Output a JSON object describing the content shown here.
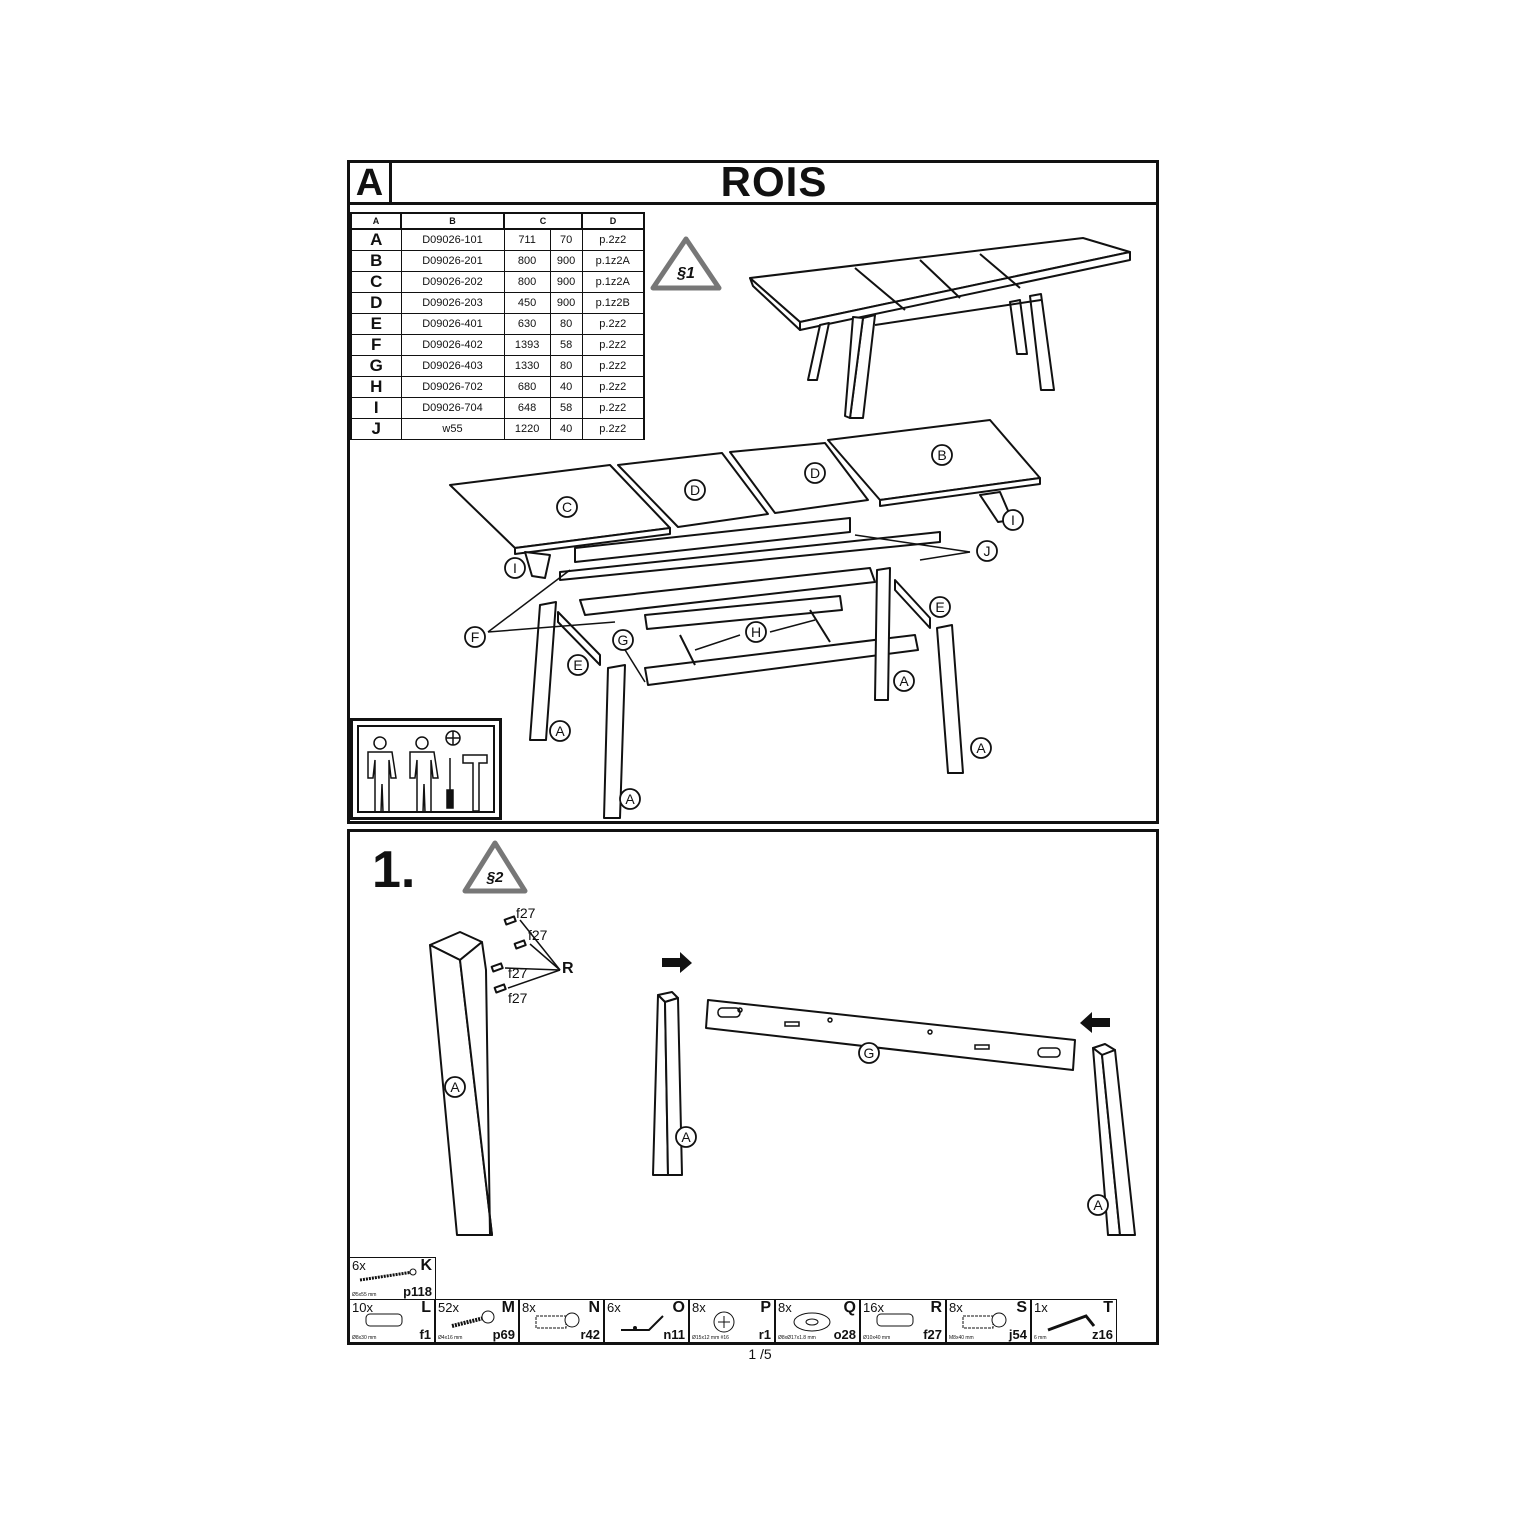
{
  "header": {
    "section_letter": "A",
    "title": "ROIS"
  },
  "parts_table": {
    "headers": [
      "A",
      "B",
      "C",
      "D"
    ],
    "rows": [
      {
        "part": "A",
        "code": "D09026-101",
        "dim1": "711",
        "dim2": "70",
        "ref": "p.2z2"
      },
      {
        "part": "B",
        "code": "D09026-201",
        "dim1": "800",
        "dim2": "900",
        "ref": "p.1z2A"
      },
      {
        "part": "C",
        "code": "D09026-202",
        "dim1": "800",
        "dim2": "900",
        "ref": "p.1z2A"
      },
      {
        "part": "D",
        "code": "D09026-203",
        "dim1": "450",
        "dim2": "900",
        "ref": "p.1z2B"
      },
      {
        "part": "E",
        "code": "D09026-401",
        "dim1": "630",
        "dim2": "80",
        "ref": "p.2z2"
      },
      {
        "part": "F",
        "code": "D09026-402",
        "dim1": "1393",
        "dim2": "58",
        "ref": "p.2z2"
      },
      {
        "part": "G",
        "code": "D09026-403",
        "dim1": "1330",
        "dim2": "80",
        "ref": "p.2z2"
      },
      {
        "part": "H",
        "code": "D09026-702",
        "dim1": "680",
        "dim2": "40",
        "ref": "p.2z2"
      },
      {
        "part": "I",
        "code": "D09026-704",
        "dim1": "648",
        "dim2": "58",
        "ref": "p.2z2"
      },
      {
        "part": "J",
        "code": "w55",
        "dim1": "1220",
        "dim2": "40",
        "ref": "p.2z2"
      }
    ]
  },
  "warnings": {
    "w1": "§1",
    "w2": "§2"
  },
  "exploded_labels": {
    "c": "C",
    "d1": "D",
    "d2": "D",
    "b": "B",
    "i_left": "I",
    "i_right": "I",
    "j": "J",
    "f": "F",
    "g": "G",
    "h": "H",
    "e_left": "E",
    "e_right": "E",
    "a1": "A",
    "a2": "A",
    "a3": "A",
    "a4": "A"
  },
  "step1": {
    "number": "1.",
    "leg_label": "A",
    "dowel_label": "f27",
    "screw_label": "R",
    "g_label": "G",
    "leg_left": "A",
    "leg_right": "A"
  },
  "hardware_top": {
    "qty": "6x",
    "letter": "K",
    "size": "Ø5x55 mm",
    "code": "p118"
  },
  "hardware": [
    {
      "qty": "10x",
      "letter": "L",
      "size": "Ø8x30 mm",
      "code": "f1",
      "icon": "dowel-icon"
    },
    {
      "qty": "52x",
      "letter": "M",
      "size": "Ø4x16 mm",
      "code": "p69",
      "icon": "screw-icon"
    },
    {
      "qty": "8x",
      "letter": "N",
      "size": "",
      "code": "r42",
      "icon": "bolt-icon"
    },
    {
      "qty": "6x",
      "letter": "O",
      "size": "",
      "code": "n11",
      "icon": "bracket-icon"
    },
    {
      "qty": "8x",
      "letter": "P",
      "size": "Ø15x12 mm #16",
      "code": "r1",
      "icon": "cam-lock-icon"
    },
    {
      "qty": "8x",
      "letter": "Q",
      "size": "Ø8xØ17x1.8 mm",
      "code": "o28",
      "icon": "washer-icon"
    },
    {
      "qty": "16x",
      "letter": "R",
      "size": "Ø10x40 mm",
      "code": "f27",
      "icon": "dowel-icon"
    },
    {
      "qty": "8x",
      "letter": "S",
      "size": "M8x40 mm",
      "code": "j54",
      "icon": "bolt-icon"
    },
    {
      "qty": "1x",
      "letter": "T",
      "size": "6 mm",
      "code": "z16",
      "icon": "allen-key-icon"
    }
  ],
  "page": "1 /5"
}
